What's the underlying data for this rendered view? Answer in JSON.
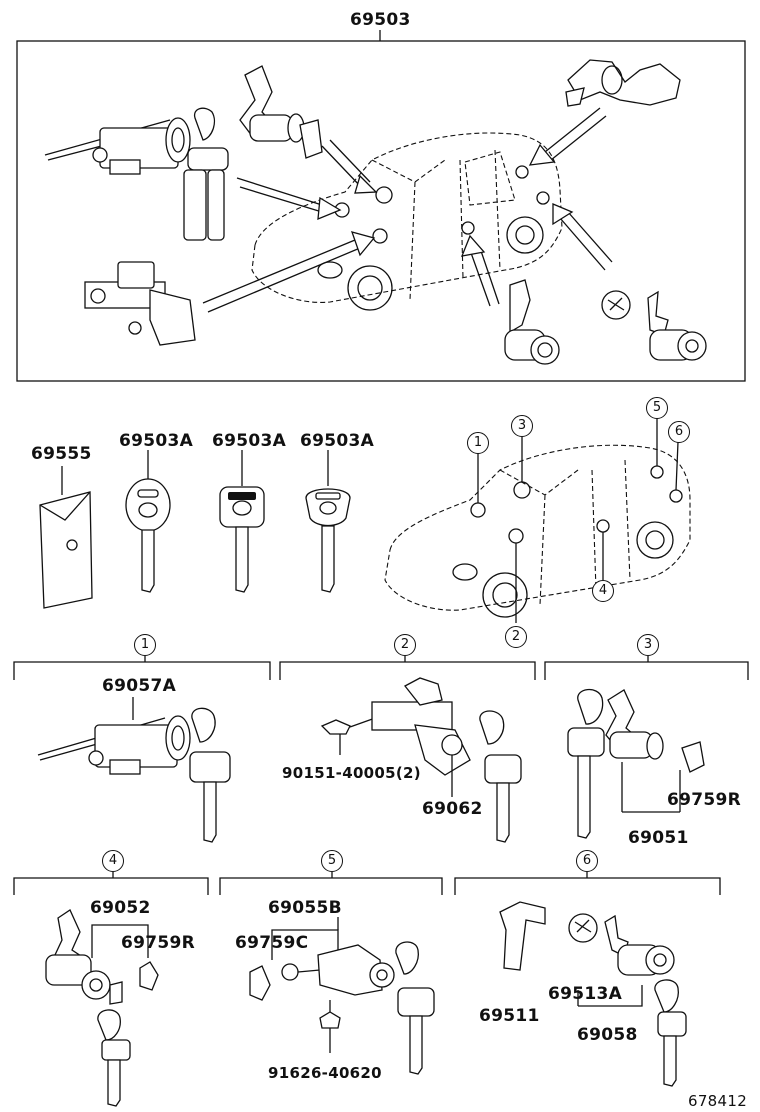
{
  "top_assembly": {
    "part_number": "69503"
  },
  "keys": [
    {
      "part_number": "69555"
    },
    {
      "part_number": "69503A"
    },
    {
      "part_number": "69503A"
    },
    {
      "part_number": "69503A"
    }
  ],
  "locations": [
    "1",
    "2",
    "3",
    "4",
    "5",
    "6"
  ],
  "groups": [
    {
      "marker": "1",
      "parts": [
        "69057A"
      ]
    },
    {
      "marker": "2",
      "parts": [
        "90151-40005(2)",
        "69062"
      ]
    },
    {
      "marker": "3",
      "parts": [
        "69759R",
        "69051"
      ]
    },
    {
      "marker": "4",
      "parts": [
        "69052",
        "69759R"
      ]
    },
    {
      "marker": "5",
      "parts": [
        "69055B",
        "69759C",
        "91626-40620"
      ]
    },
    {
      "marker": "6",
      "parts": [
        "69511",
        "69513A",
        "69058"
      ]
    }
  ],
  "diagram_id": "678412"
}
